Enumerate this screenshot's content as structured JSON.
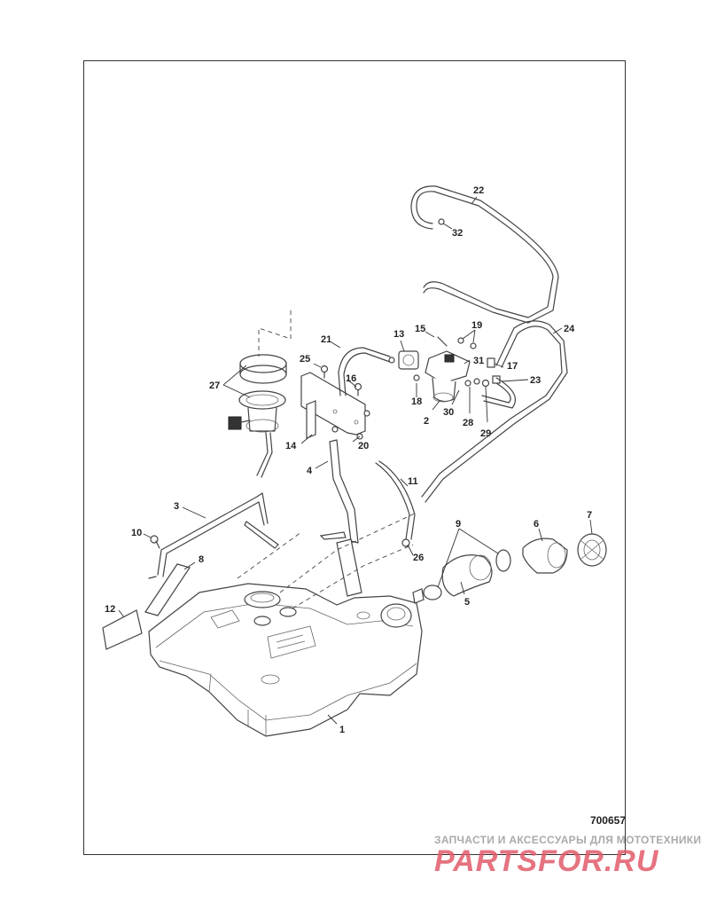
{
  "diagram": {
    "drawing_number": "700657",
    "callouts": [
      "1",
      "2",
      "3",
      "4",
      "5",
      "6",
      "7",
      "8",
      "9",
      "10",
      "11",
      "12",
      "13",
      "14",
      "15",
      "16",
      "17",
      "18",
      "19",
      "20",
      "21",
      "22",
      "23",
      "24",
      "25",
      "26",
      "27",
      "28",
      "29",
      "30",
      "31",
      "32"
    ]
  },
  "watermark": {
    "tagline": "ЗАПЧАСТИ И АКСЕССУАРЫ ДЛЯ МОТОТЕХНИКИ",
    "logo_text": "PARTSFOR.RU",
    "color": "#e05a6a"
  }
}
